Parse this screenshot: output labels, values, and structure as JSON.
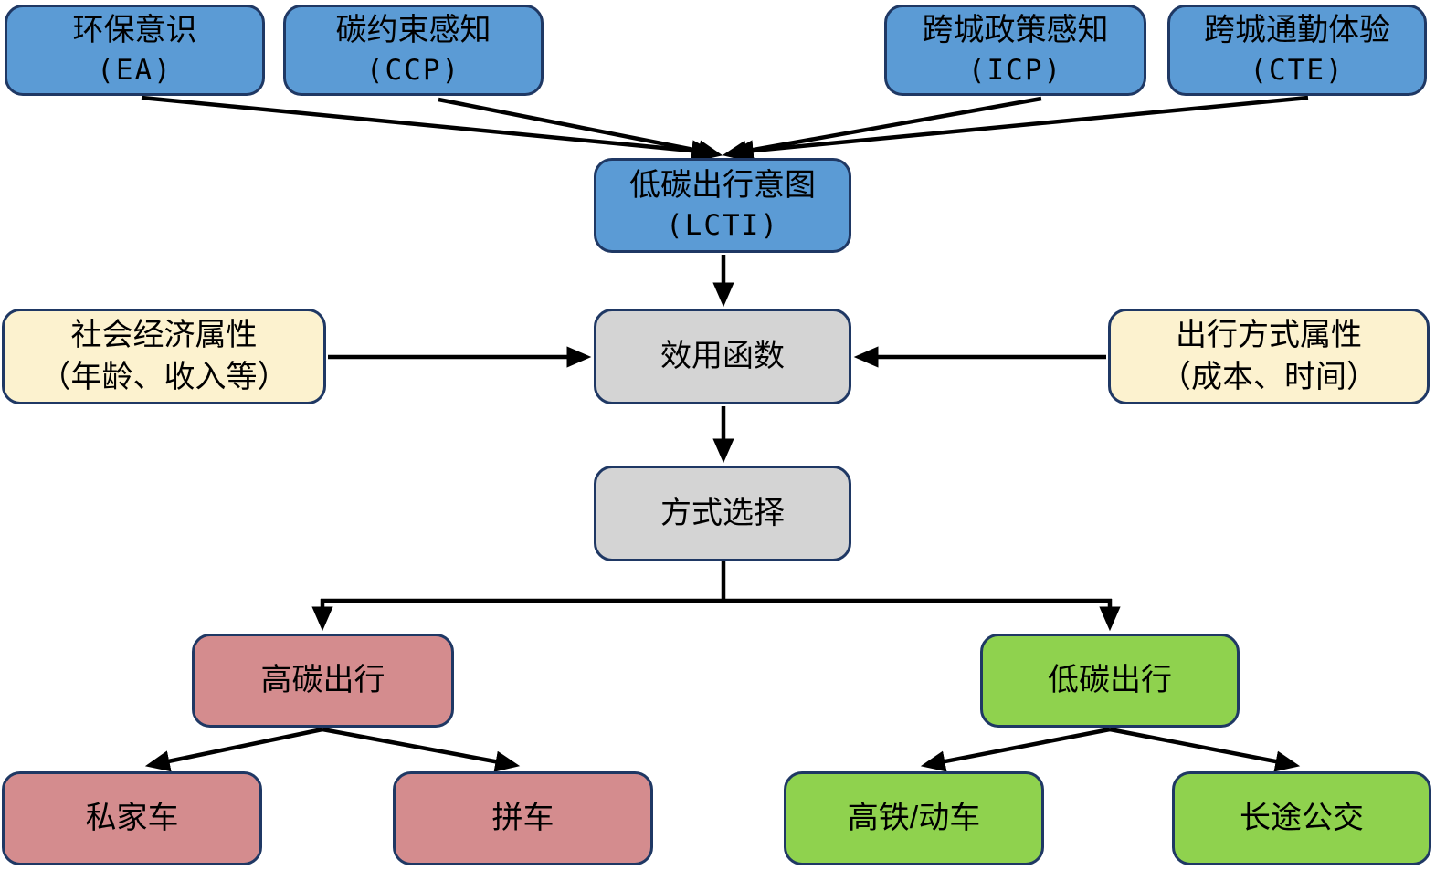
{
  "diagram": {
    "description": "Path model of low-carbon intercity travel mode choice",
    "colors": {
      "background": "#FFFFFF",
      "blue": "#5B9BD5",
      "yellow": "#FCF2CF",
      "gray": "#D4D4D4",
      "red": "#D48C8E",
      "green": "#8FD24E",
      "border": "#1F3864",
      "arrow": "#000000"
    },
    "nodes": {
      "ea": {
        "line1": "环保意识",
        "line2": "(EA)"
      },
      "ccp": {
        "line1": "碳约束感知",
        "line2": "(CCP)"
      },
      "icp": {
        "line1": "跨城政策感知",
        "line2": "(ICP)"
      },
      "cte": {
        "line1": "跨城通勤体验",
        "line2": "(CTE)"
      },
      "lcti": {
        "line1": "低碳出行意图",
        "line2": "(LCTI)"
      },
      "socio": {
        "line1": "社会经济属性",
        "line2": "（年龄、收入等）"
      },
      "mode_attr": {
        "line1": "出行方式属性",
        "line2": "（成本、时间）"
      },
      "utility": {
        "line1": "效用函数"
      },
      "choice": {
        "line1": "方式选择"
      },
      "high_carbon": {
        "line1": "高碳出行"
      },
      "private_car": {
        "line1": "私家车"
      },
      "carpool": {
        "line1": "拼车"
      },
      "low_carbon": {
        "line1": "低碳出行"
      },
      "hsr": {
        "line1": "高铁/动车"
      },
      "coach": {
        "line1": "长途公交"
      }
    },
    "edges": [
      {
        "from": "ea",
        "to": "lcti"
      },
      {
        "from": "ccp",
        "to": "lcti"
      },
      {
        "from": "icp",
        "to": "lcti"
      },
      {
        "from": "cte",
        "to": "lcti"
      },
      {
        "from": "lcti",
        "to": "utility"
      },
      {
        "from": "socio",
        "to": "utility"
      },
      {
        "from": "mode_attr",
        "to": "utility"
      },
      {
        "from": "utility",
        "to": "choice"
      },
      {
        "from": "choice",
        "to": "high_carbon"
      },
      {
        "from": "choice",
        "to": "low_carbon"
      },
      {
        "from": "high_carbon",
        "to": "private_car"
      },
      {
        "from": "high_carbon",
        "to": "carpool"
      },
      {
        "from": "low_carbon",
        "to": "hsr"
      },
      {
        "from": "low_carbon",
        "to": "coach"
      }
    ]
  }
}
